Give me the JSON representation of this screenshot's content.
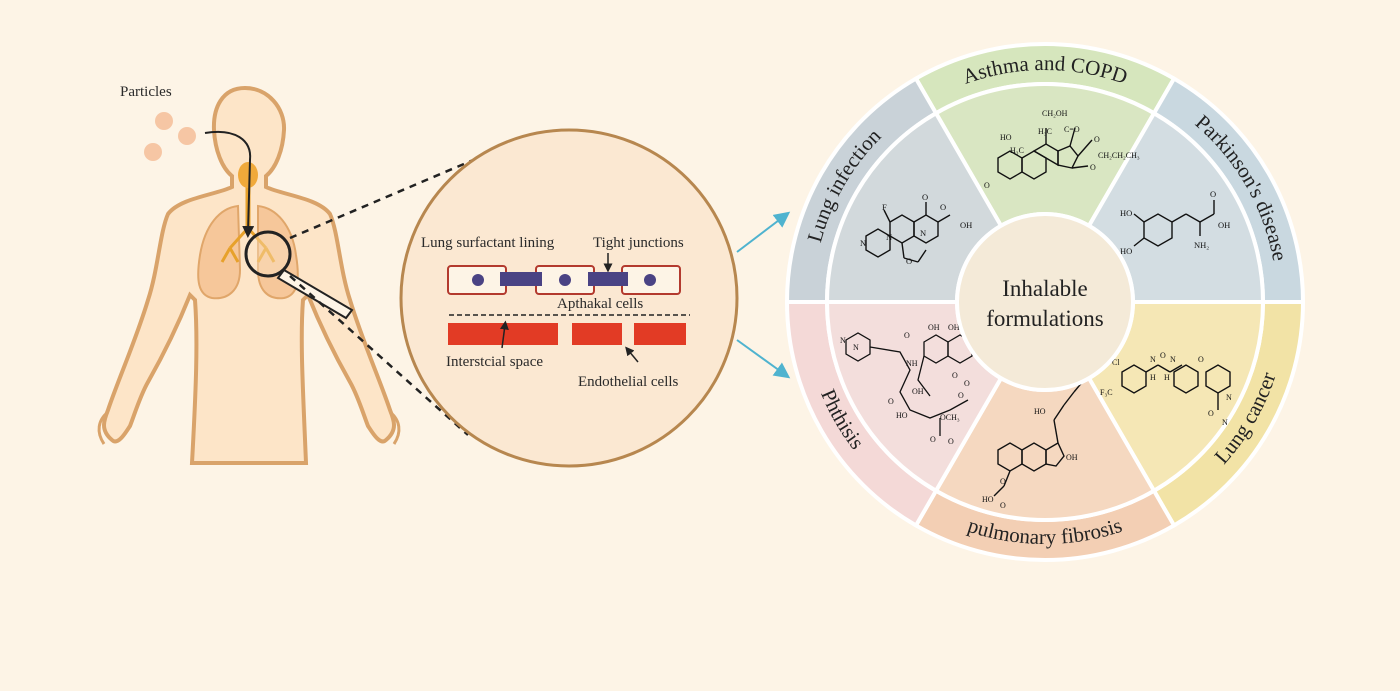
{
  "body_figure": {
    "particles_label": "Particles"
  },
  "zoom": {
    "lung_surfactant_label": "Lung surfactant lining",
    "tight_junctions_label": "Tight junctions",
    "apthakal_label": "Apthakal cells",
    "interstitial_label": "Interstcial space",
    "endothelial_label": "Endothelial cells"
  },
  "wheel": {
    "center_label_line1": "Inhalable",
    "center_label_line2": "formulations",
    "segments": [
      {
        "label": "Asthma and COPD",
        "color": "#d6e6bd",
        "inner_color": "#d9e6c2"
      },
      {
        "label": "Parkinson's disease",
        "color": "#c9d8e0",
        "inner_color": "#d3dde2"
      },
      {
        "label": "Lung cancer",
        "color": "#f2e3a6",
        "inner_color": "#f5e7b5"
      },
      {
        "label": "pulmonary fibrosis",
        "color": "#f3cfb4",
        "inner_color": "#f5d8c0"
      },
      {
        "label": "Phthisis",
        "color": "#f4d9d7",
        "inner_color": "#f3dedc"
      },
      {
        "label": "Lung infection",
        "color": "#c9d2d8",
        "inner_color": "#d2d9dc"
      }
    ],
    "structures": {
      "asthma": [
        "CH₂OH",
        "H₃C",
        "C=O",
        "HO",
        "H₃C",
        "O",
        "O",
        "CH₂CH₂CH₃",
        "O"
      ],
      "parkinson": [
        "HO",
        "HO",
        "O",
        "OH",
        "NH₂"
      ],
      "lung_cancer": [
        "Cl",
        "F₃C",
        "H",
        "H",
        "N",
        "N",
        "O",
        "O",
        "N",
        "O",
        "N"
      ],
      "fibrosis": [
        "HO",
        "OH",
        "O",
        "HO",
        "O"
      ],
      "phthisis": [
        "N",
        "N",
        "OH",
        "OH",
        "O",
        "NH",
        "OH",
        "O",
        "O",
        "O",
        "OCH₃",
        "O",
        "HO",
        "O",
        "O"
      ],
      "infection": [
        "F",
        "O",
        "OH",
        "O",
        "N",
        "N",
        "N",
        "O"
      ]
    }
  },
  "colors": {
    "background": "#fdf4e6",
    "body_outline": "#d9a36a",
    "body_fill": "#fde5c8",
    "airway": "#e7a12b",
    "zoom_border": "#b7874f",
    "cell_border": "#b33a2e",
    "nucleus": "#4a4384",
    "junction": "#4a4384",
    "endothelial": "#e23b25",
    "arrow": "#4fb3cf"
  }
}
